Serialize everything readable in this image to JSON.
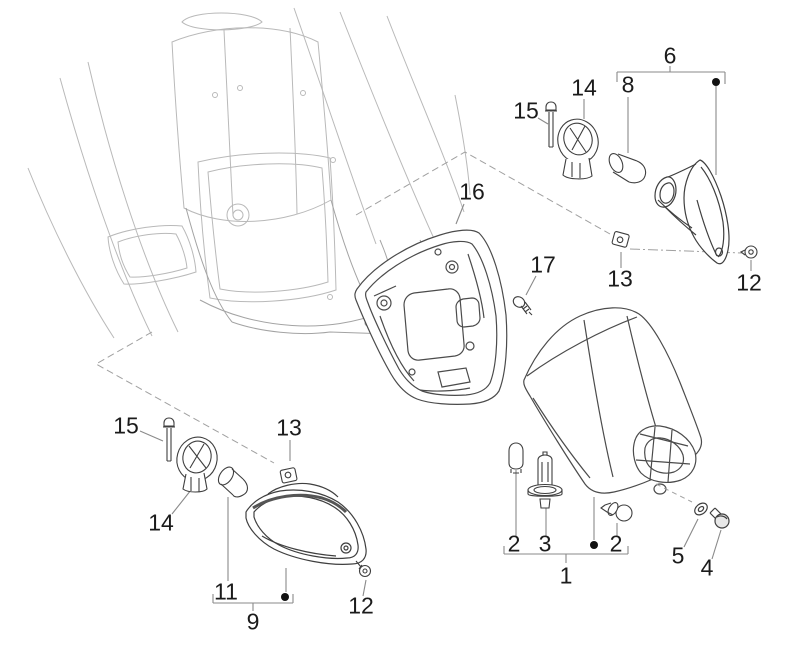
{
  "figure": {
    "type": "exploded-parts-diagram",
    "subject": "rear lamps / tail light assembly",
    "background_color": "#ffffff",
    "main_line_color": "#4b4b4b",
    "sketch_line_color": "#b9b9b9",
    "leader_line_color": "#8a8a8a",
    "label_color": "#1b1b1b"
  },
  "callouts": {
    "part1": "1",
    "part2_left": "2",
    "part2_right": "2",
    "part3": "3",
    "part4": "4",
    "part5": "5",
    "part6": "6",
    "part8": "8",
    "part9": "9",
    "part11": "11",
    "part12_upper": "12",
    "part12_lower": "12",
    "part13_upper": "13",
    "part13_lower": "13",
    "part14_upper": "14",
    "part14_lower": "14",
    "part15_upper": "15",
    "part15_lower": "15",
    "part16": "16",
    "part17": "17"
  }
}
